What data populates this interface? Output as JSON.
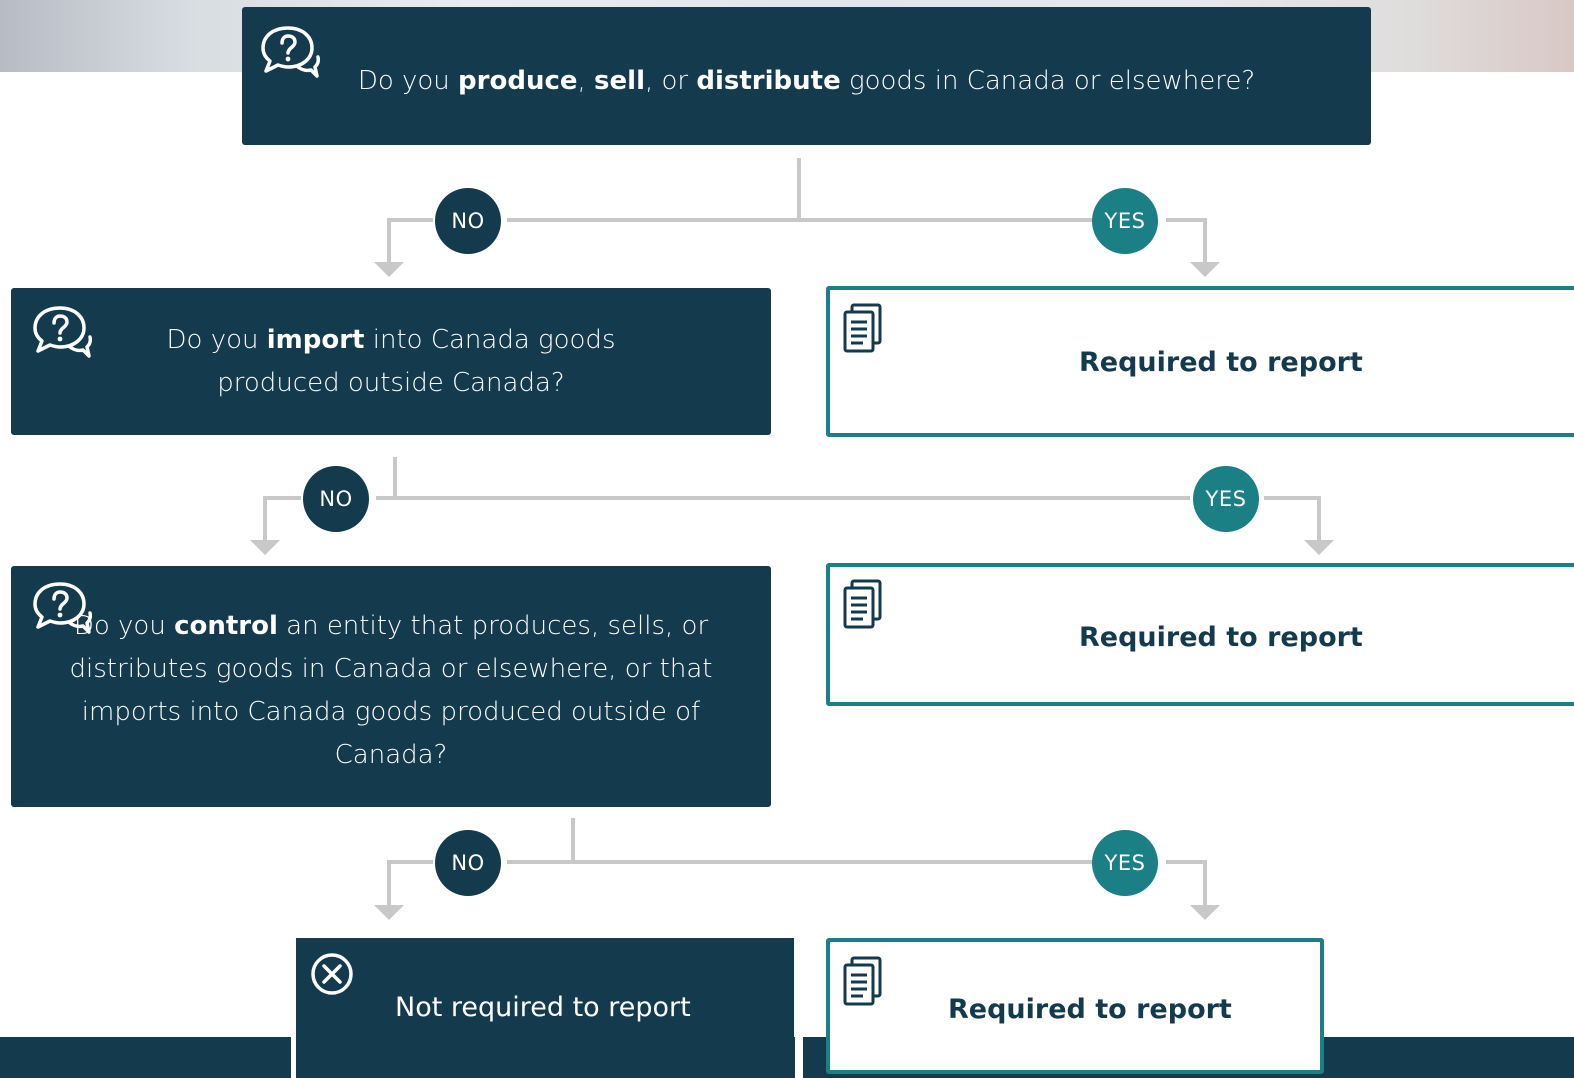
{
  "questions": {
    "q1": {
      "pre": "Do you ",
      "b1": "produce",
      "mid1": ", ",
      "b2": "sell",
      "mid2": ", or ",
      "b3": "distribute",
      "post": " goods in Canada or elsewhere?"
    },
    "q2": {
      "pre": "Do you ",
      "b1": "import",
      "post": " into Canada goods produced outside Canada?"
    },
    "q3": {
      "pre": "Do you ",
      "b1": "control",
      "post": " an entity that produces, sells, or distributes goods in Canada or elsewhere, or that imports into Canada goods produced outside of Canada?"
    }
  },
  "results": {
    "required": "Required to report",
    "not_required": "Not required to report"
  },
  "labels": {
    "no": "NO",
    "yes": "YES"
  },
  "icons": {
    "question": "question-bubbles-icon",
    "document": "document-icon",
    "close": "close-circle-icon"
  },
  "colors": {
    "navy": "#143a4e",
    "teal": "#1b7f86",
    "connector": "#c8c8c8"
  }
}
